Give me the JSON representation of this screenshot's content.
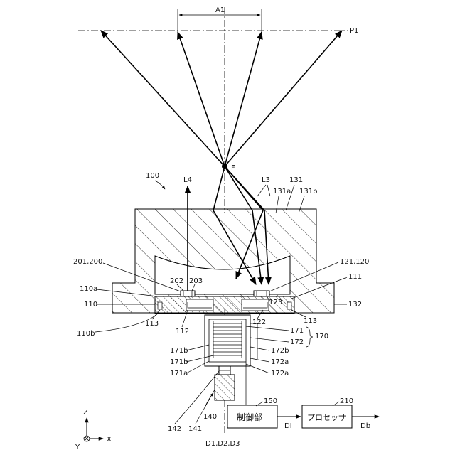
{
  "labels": {
    "A1": "A1",
    "P1": "P1",
    "F": "F",
    "ref100": "100",
    "L4": "L4",
    "L3": "L3",
    "r131": "131",
    "r131a": "131a",
    "r131b": "131b",
    "r201": "201,200",
    "r202": "202",
    "r203": "203",
    "r121": "121,120",
    "r111": "111",
    "r110a": "110a",
    "r110": "110",
    "r110b": "110b",
    "r113l": "113",
    "r112": "112",
    "r122": "122",
    "r123": "123",
    "r113r": "113",
    "r132": "132",
    "r171t": "171",
    "r170": "170",
    "r172t": "172",
    "r171b1": "171b",
    "r171b2": "171b",
    "r171a": "171a",
    "r172b": "172b",
    "r172a1": "172a",
    "r172a2": "172a",
    "r150": "150",
    "r210": "210",
    "r142": "142",
    "r141": "141",
    "r140": "140",
    "rD": "D1,D2,D3",
    "DI": "DI",
    "Db": "Db",
    "axZ": "Z",
    "axX": "X",
    "axY": "Y"
  },
  "blocks": {
    "controller": "制御部",
    "processor": "プロセッサ"
  }
}
